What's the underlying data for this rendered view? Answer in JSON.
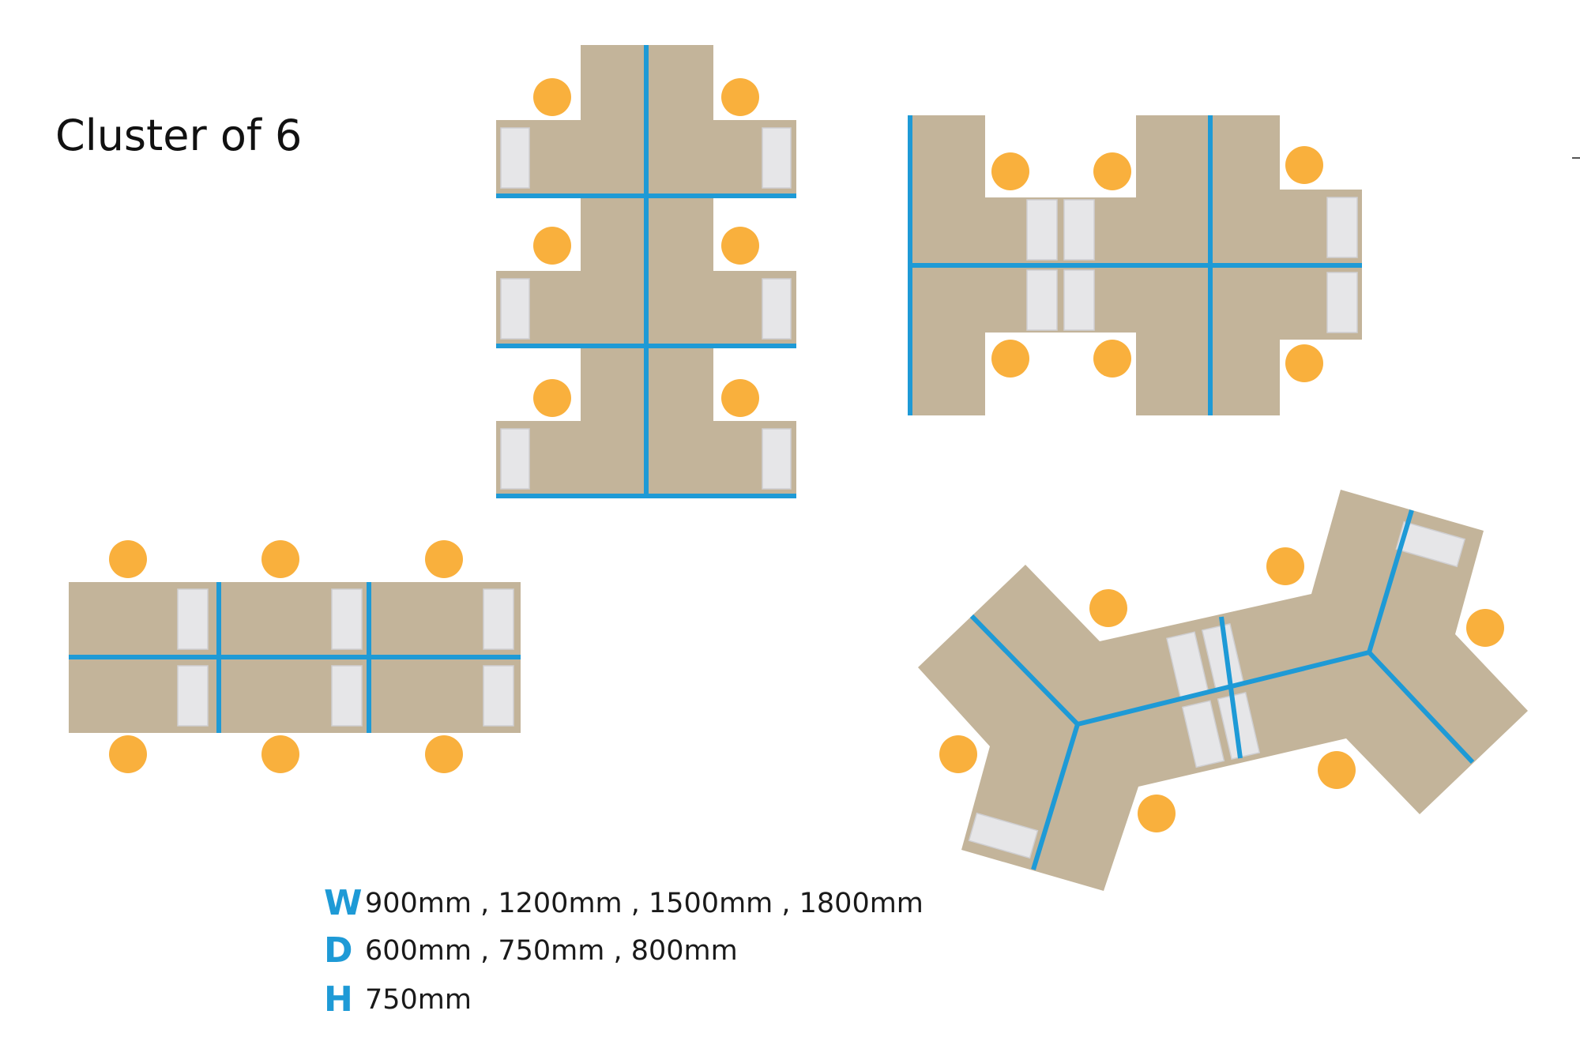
{
  "title": "Cluster of 6",
  "colors": {
    "desk": "#c3b49a",
    "divider": "#1e9ad6",
    "chair": "#f9b03d",
    "monitor": "#e6e6e8",
    "monitor_edge": "#cfcfd2",
    "spec_letter": "#1e9ad6"
  },
  "layouts": [
    {
      "name": "vertical-t-cluster",
      "workstations": 6
    },
    {
      "name": "h-shaped-cluster",
      "workstations": 6
    },
    {
      "name": "linear-bench-cluster",
      "workstations": 6
    },
    {
      "name": "angled-zigzag-cluster",
      "workstations": 6
    }
  ],
  "dimensions": [
    {
      "letter": "W",
      "values": "900mm , 1200mm , 1500mm , 1800mm"
    },
    {
      "letter": "D",
      "values": "600mm , 750mm , 800mm"
    },
    {
      "letter": "H",
      "values": "750mm"
    }
  ]
}
